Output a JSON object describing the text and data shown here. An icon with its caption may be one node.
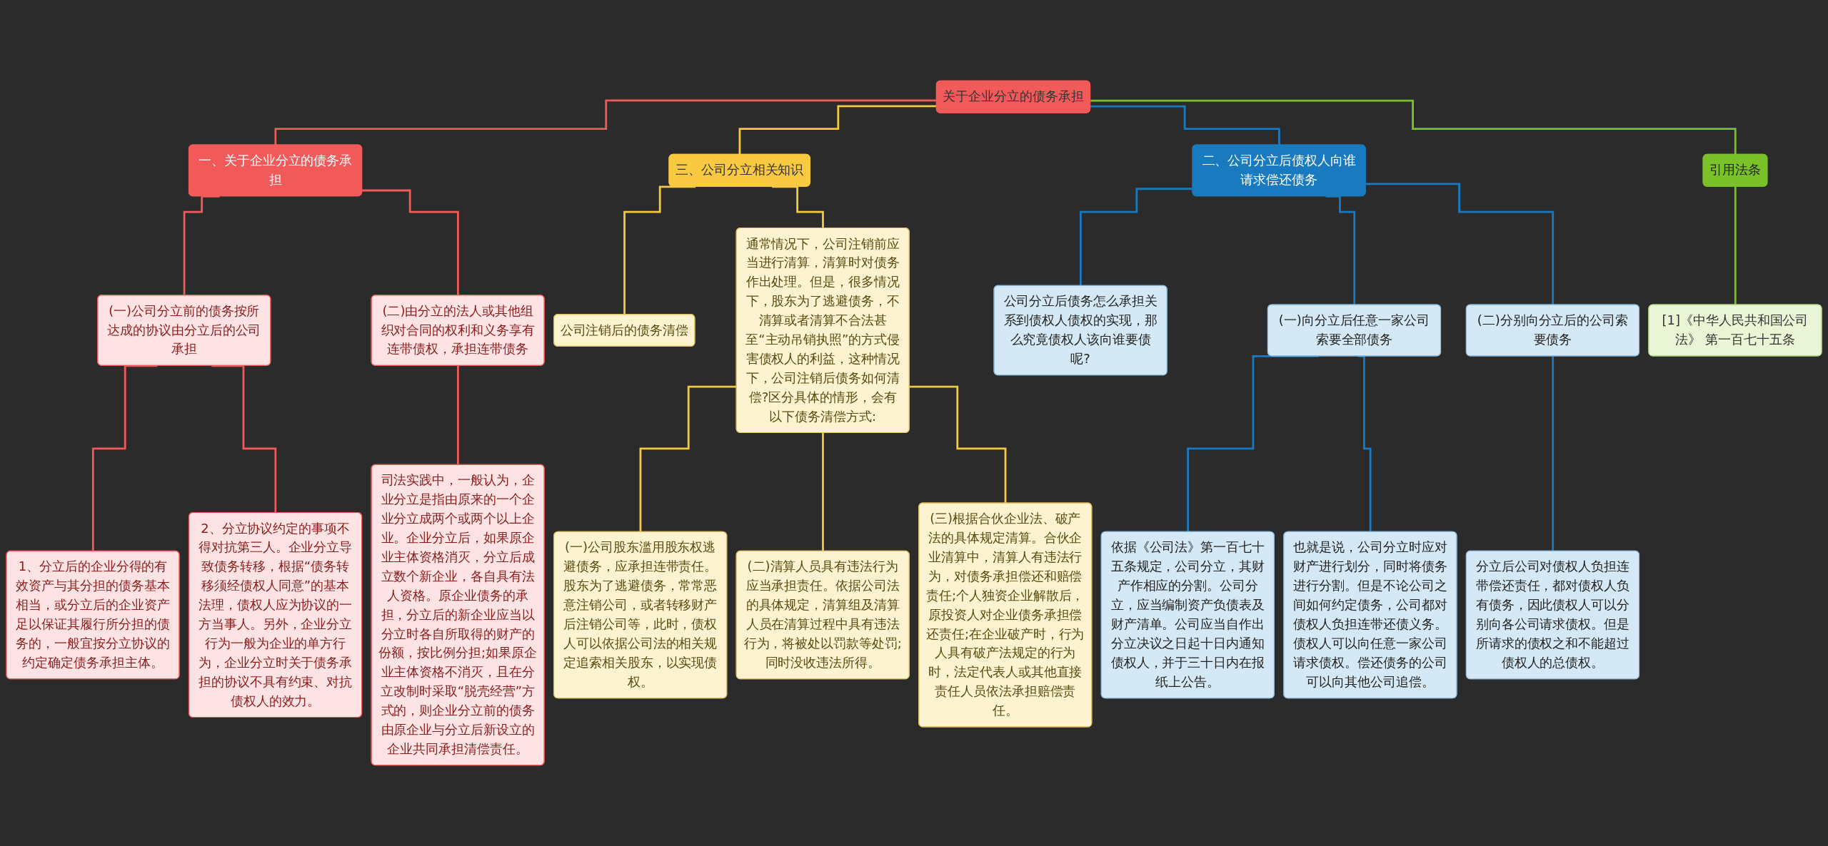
{
  "diagram": {
    "nodes": [
      {
        "text": [
          "关于企业分立的债务承担"
        ]
      },
      {
        "text": [
          "一、关于企业分立的债务承担"
        ]
      },
      {
        "text": [
          "(一)公司分立前的债务按所达成的协议由分立后的公司承担"
        ]
      },
      {
        "text": [
          "1、分立后的企业分得的有效资产与其分担的债务基本相当，或分立后的企业资产足以保证其履行所分担的债务的，一般宜按分立协议的约定确定债务承担主体。"
        ]
      },
      {
        "text": [
          "2、分立协议约定的事项不得对抗第三人。企业分立导致债务转移，根据“债务转移须经债权人同意”的基本法理，债权人应为协议的一方当事人。另外，企业分立行为一般为企业的单方行为，企业分立时关于债务承担的协议不具有约束、对抗债权人的效力。"
        ]
      },
      {
        "text": [
          "(二)由分立的法人或其他组织对合同的权利和义务享有连带债权，承担连带债务"
        ]
      },
      {
        "text": [
          "司法实践中，一般认为，企业分立是指由原来的一个企业分立成两个或两个以上企业。企业分立后，如果原企业主体资格消灭，分立后成立数个新企业，各自具有法人资格。原企业债务的承担，分立后的新企业应当以分立时各自所取得的财产的份额，按比例分担;如果原企业主体资格不消灭，且在分立改制时采取“脱壳经营”方式的，则企业分立前的债务由原企业与分立后新设立的企业共同承担清偿责任。"
        ]
      },
      {
        "text": [
          "三、公司分立相关知识"
        ]
      },
      {
        "text": [
          "公司注销后的债务清偿"
        ]
      },
      {
        "text": [
          "通常情况下，公司注销前应当进行清算，清算时对债务作出处理。但是，很多情况下，股东为了逃避债务，不清算或者清算不合法甚至“主动吊销执照”的方式侵害债权人的利益，这种情况下，公司注销后债务如何清偿?区分具体的情形，会有以下债务清偿方式:"
        ]
      },
      {
        "text": [
          "(一)公司股东滥用股东权逃避债务，应承担连带责任。股东为了逃避债务，常常恶意注销公司，或者转移财产后注销公司等，此时，债权人可以依据公司法的相关规定追索相关股东，以实现债权。"
        ]
      },
      {
        "text": [
          "(二)清算人员具有违法行为应当承担责任。依据公司法的具体规定，清算组及清算人员在清算过程中具有违法行为，将被处以罚款等处罚;同时没收违法所得。"
        ]
      },
      {
        "text": [
          "(三)根据合伙企业法、破产法的具体规定清算。合伙企业清算中，清算人有违法行为，对债务承担偿还和赔偿责任;个人独资企业解散后，原投资人对企业债务承担偿还责任;在企业破产时，行为人具有破产法规定的行为时，法定代表人或其他直接责任人员依法承担赔偿责任。"
        ]
      },
      {
        "text": [
          "二、公司分立后债权人向谁请求偿还债务"
        ]
      },
      {
        "text": [
          "公司分立后债务怎么承担关系到债权人债权的实现，那么究竟债权人该向谁要债呢?"
        ]
      },
      {
        "text": [
          "(一)向分立后任意一家公司索要全部债务"
        ]
      },
      {
        "text": [
          "依据《公司法》第一百七十五条规定，公司分立，其财产作相应的分割。公司分立，应当编制资产负债表及财产清单。公司应当自作出分立决议之日起十日内通知债权人，并于三十日内在报纸上公告。"
        ]
      },
      {
        "text": [
          "也就是说，公司分立时应对财产进行划分，同时将债务进行分割。但是不论公司之间如何约定债务，公司都对债权人负担连带还债义务。债权人可以向任意一家公司请求债权。偿还债务的公司可以向其他公司追偿。"
        ]
      },
      {
        "text": [
          "(二)分别向分立后的公司索要债务"
        ]
      },
      {
        "text": [
          "分立后公司对债权人负担连带偿还责任，都对债权人负有债务，因此债权人可以分别向各公司请求债权。但是所请求的债权之和不能超过债权人的总债权。"
        ]
      },
      {
        "text": [
          "引用法条"
        ]
      },
      {
        "text": [
          "[1]《中华人民共和国公司法》 第一百七十五条"
        ]
      }
    ],
    "edges": [
      {
        "from": 0,
        "to": 1,
        "arrow": "none",
        "color": "#f25a5a"
      },
      {
        "from": 1,
        "to": 2,
        "arrow": "none",
        "color": "#f25a5a"
      },
      {
        "from": 2,
        "to": 3,
        "arrow": "none",
        "color": "#f25a5a"
      },
      {
        "from": 2,
        "to": 4,
        "arrow": "none",
        "color": "#f25a5a"
      },
      {
        "from": 1,
        "to": 5,
        "arrow": "none",
        "color": "#f25a5a"
      },
      {
        "from": 5,
        "to": 6,
        "arrow": "none",
        "color": "#f25a5a"
      },
      {
        "from": 0,
        "to": 7,
        "arrow": "none",
        "color": "#f5c842"
      },
      {
        "from": 7,
        "to": 8,
        "arrow": "none",
        "color": "#f5c842"
      },
      {
        "from": 7,
        "to": 9,
        "arrow": "none",
        "color": "#f5c842"
      },
      {
        "from": 9,
        "to": 10,
        "arrow": "none",
        "color": "#f5c842"
      },
      {
        "from": 9,
        "to": 11,
        "arrow": "none",
        "color": "#f5c842"
      },
      {
        "from": 9,
        "to": 12,
        "arrow": "none",
        "color": "#f5c842"
      },
      {
        "from": 0,
        "to": 13,
        "arrow": "none",
        "color": "#1a7abf"
      },
      {
        "from": 13,
        "to": 14,
        "arrow": "none",
        "color": "#1a7abf"
      },
      {
        "from": 13,
        "to": 15,
        "arrow": "none",
        "color": "#1a7abf"
      },
      {
        "from": 15,
        "to": 16,
        "arrow": "none",
        "color": "#1a7abf"
      },
      {
        "from": 15,
        "to": 17,
        "arrow": "none",
        "color": "#1a7abf"
      },
      {
        "from": 13,
        "to": 18,
        "arrow": "none",
        "color": "#1a7abf"
      },
      {
        "from": 18,
        "to": 19,
        "arrow": "none",
        "color": "#1a7abf"
      },
      {
        "from": 0,
        "to": 20,
        "arrow": "none",
        "color": "#7ac12a"
      },
      {
        "from": 20,
        "to": 21,
        "arrow": "none",
        "color": "#7ac12a"
      }
    ]
  }
}
